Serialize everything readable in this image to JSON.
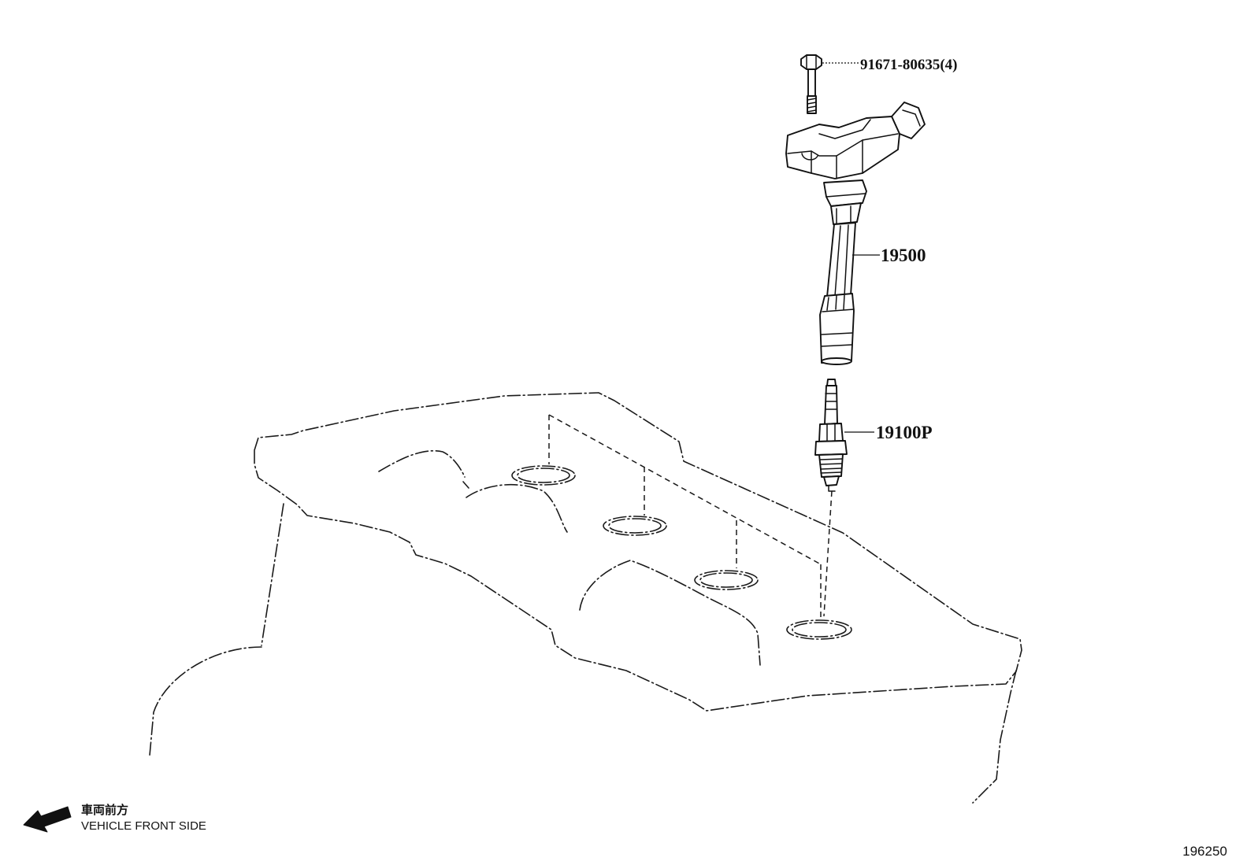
{
  "callouts": {
    "bolt": "91671-80635(4)",
    "ignition_coil": "19500",
    "spark_plug": "19100P"
  },
  "legend": {
    "direction_jp": "車両前方",
    "direction_en": "VEHICLE FRONT SIDE",
    "arrow_icon": "arrow-left-down-icon"
  },
  "drawing_number": "196250"
}
